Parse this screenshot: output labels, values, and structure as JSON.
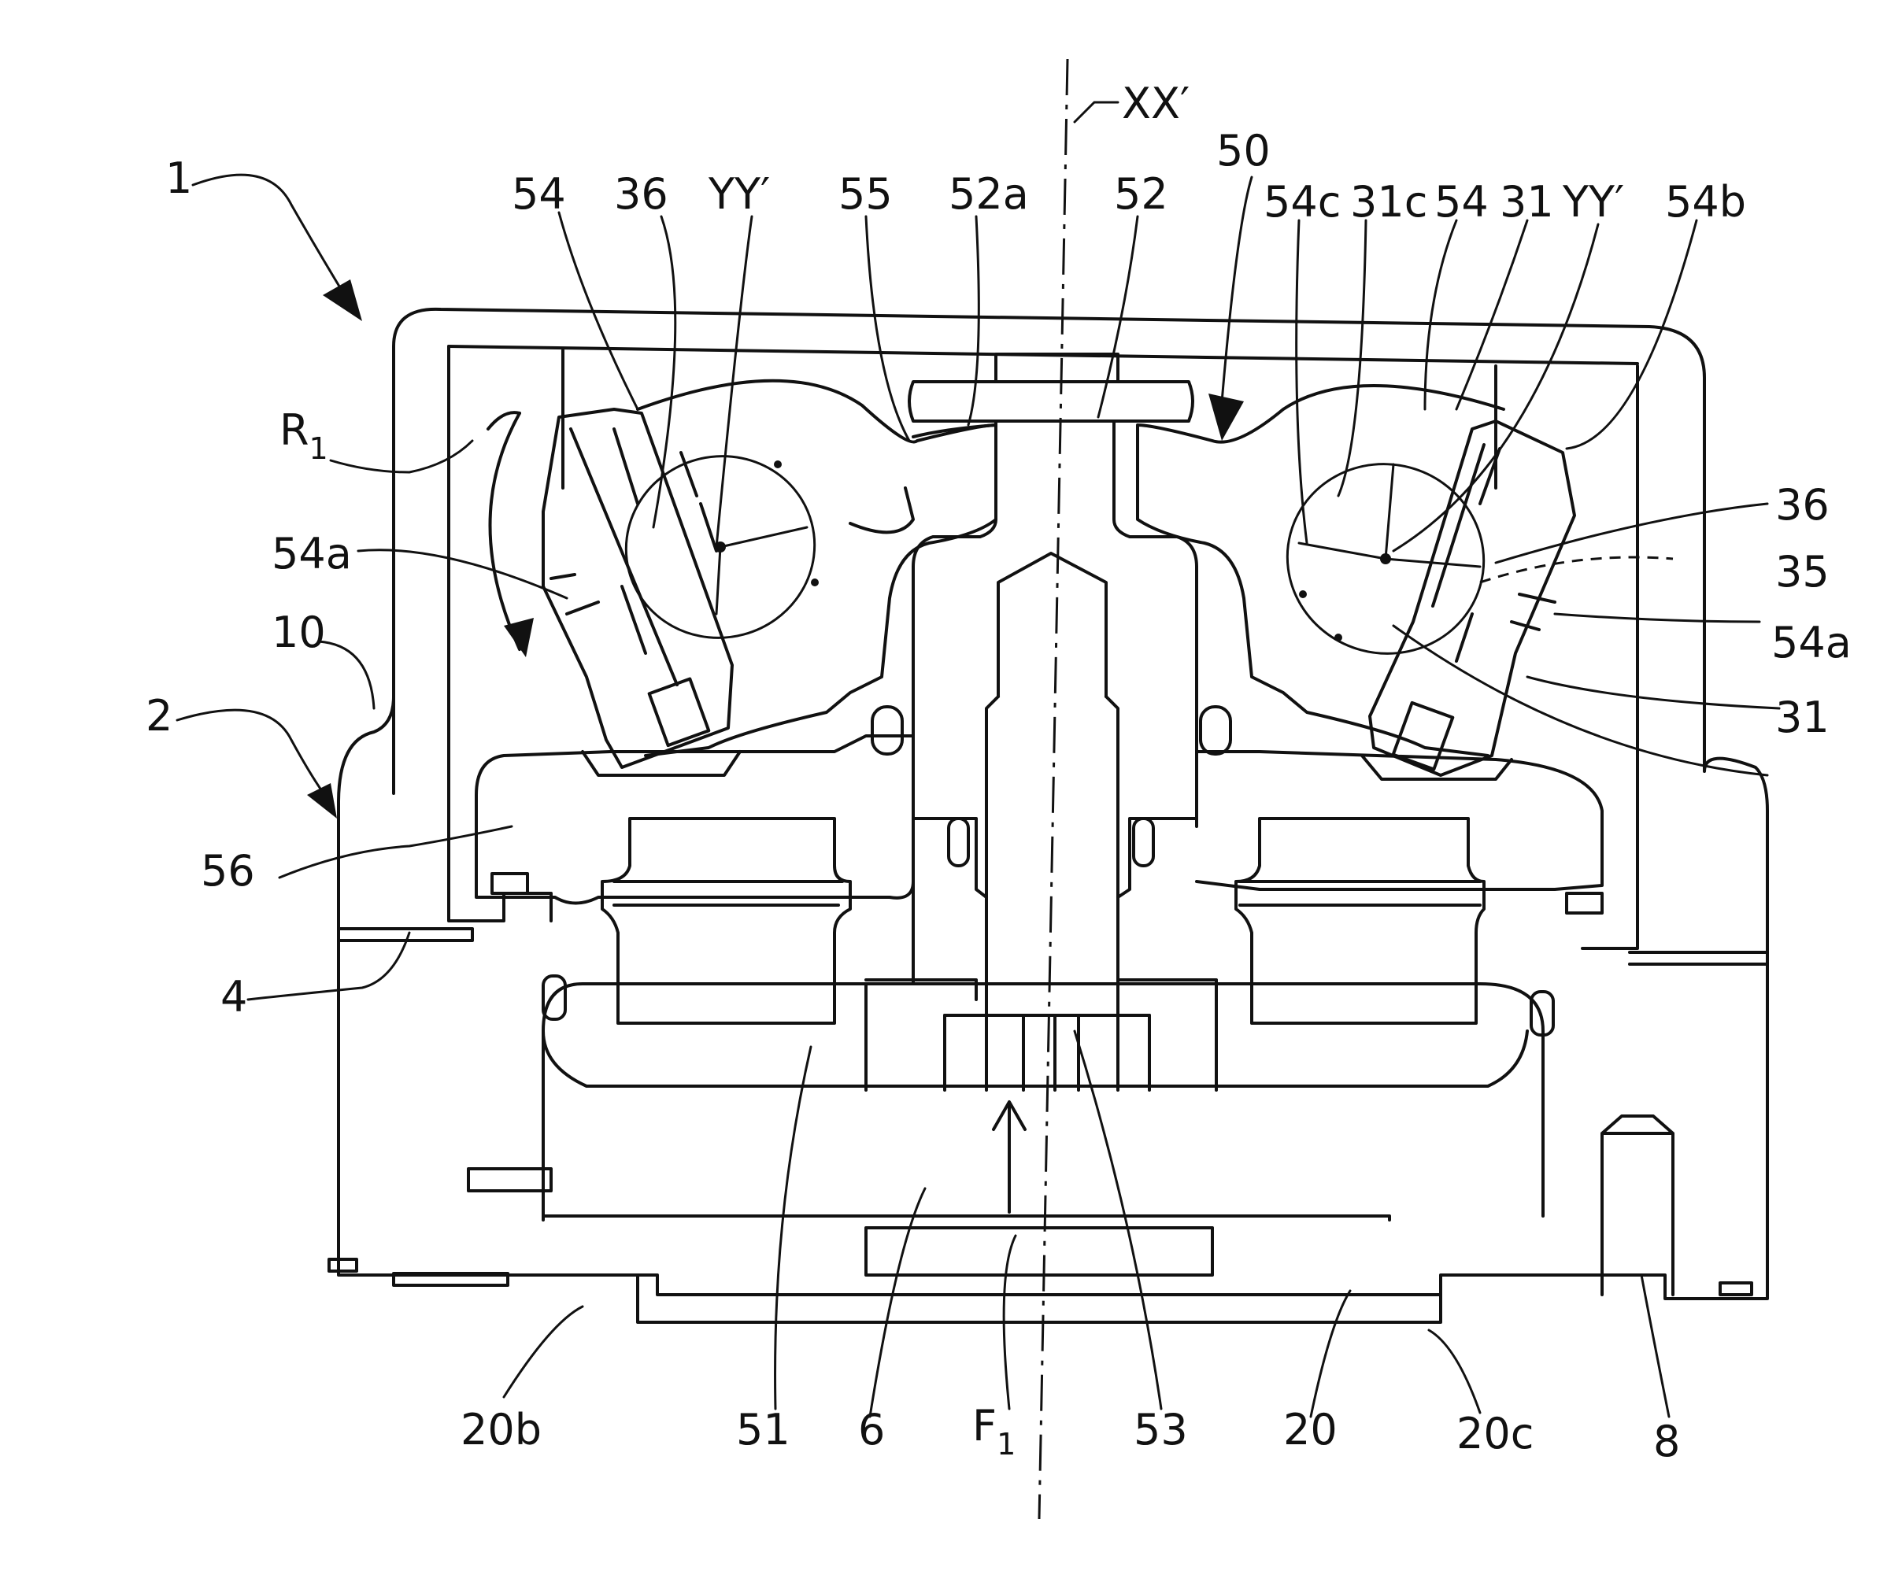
{
  "figure": {
    "labels": {
      "l1": "1",
      "l2": "2",
      "l4": "4",
      "l6": "6",
      "l8": "8",
      "l10": "10",
      "r1": "R",
      "r1_sub": "1",
      "f1": "F",
      "f1_sub": "1",
      "l20": "20",
      "l20b": "20b",
      "l20c": "20c",
      "l31_a": "31",
      "l31_b": "31",
      "l31c": "31c",
      "l35": "35",
      "l36_left": "36",
      "l36_right": "36",
      "l50": "50",
      "l51": "51",
      "l52": "52",
      "l52a": "52a",
      "l53": "53",
      "l54_left": "54",
      "l54_right": "54",
      "l54a_left": "54a",
      "l54a_right": "54a",
      "l54b": "54b",
      "l54c": "54c",
      "l55": "55",
      "l56": "56",
      "xx": "XX′",
      "yy_left": "YY′",
      "yy_right": "YY′"
    }
  }
}
